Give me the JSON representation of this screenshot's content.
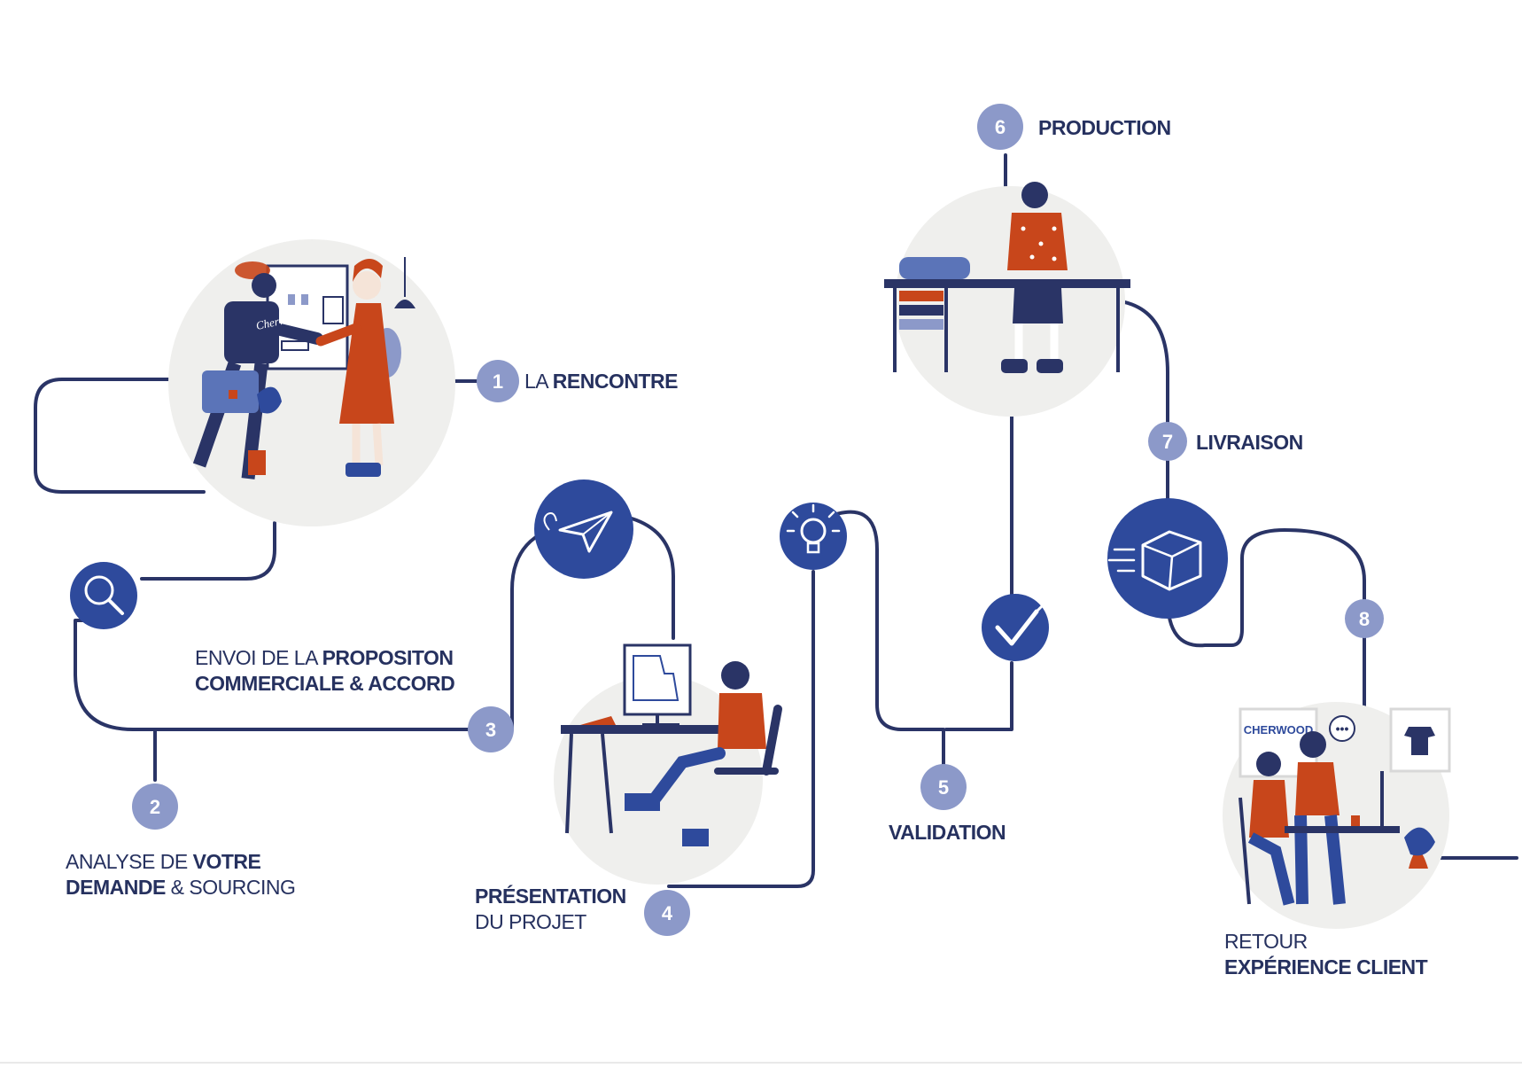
{
  "colors": {
    "navy": "#2a3466",
    "royal": "#2e4a9c",
    "light_blue": "#8c99c9",
    "orange": "#c8461b",
    "circle_bg": "#efefed"
  },
  "steps": [
    {
      "number": "1",
      "label_light": "LA ",
      "label_bold": "RENCONTRE"
    },
    {
      "number": "2",
      "line1_light": "ANALYSE DE ",
      "line1_bold": "VOTRE",
      "line2_bold": "DEMANDE",
      "line2_light": " & SOURCING"
    },
    {
      "number": "3",
      "line1_light": "ENVOI DE LA  ",
      "line1_bold": "PROPOSITON",
      "line2_bold": "COMMERCIALE & ACCORD"
    },
    {
      "number": "4",
      "line1_bold": "PRÉSENTATION",
      "line2_light": "DU PROJET"
    },
    {
      "number": "5",
      "label_bold": "VALIDATION"
    },
    {
      "number": "6",
      "label_bold": "PRODUCTION"
    },
    {
      "number": "7",
      "label_bold": "LIVRAISON"
    },
    {
      "number": "8",
      "line1_light": "RETOUR",
      "line2_bold": "EXPÉRIENCE CLIENT"
    }
  ],
  "icons": [
    "search-icon",
    "paper-plane-icon",
    "lightbulb-icon",
    "checkmark-icon",
    "delivery-box-icon"
  ],
  "illustrations": {
    "meeting": {
      "shirt_text": "Cherwood"
    },
    "feedback": {
      "poster_text": "CHERWOOD",
      "bubble_text": "•••"
    }
  }
}
